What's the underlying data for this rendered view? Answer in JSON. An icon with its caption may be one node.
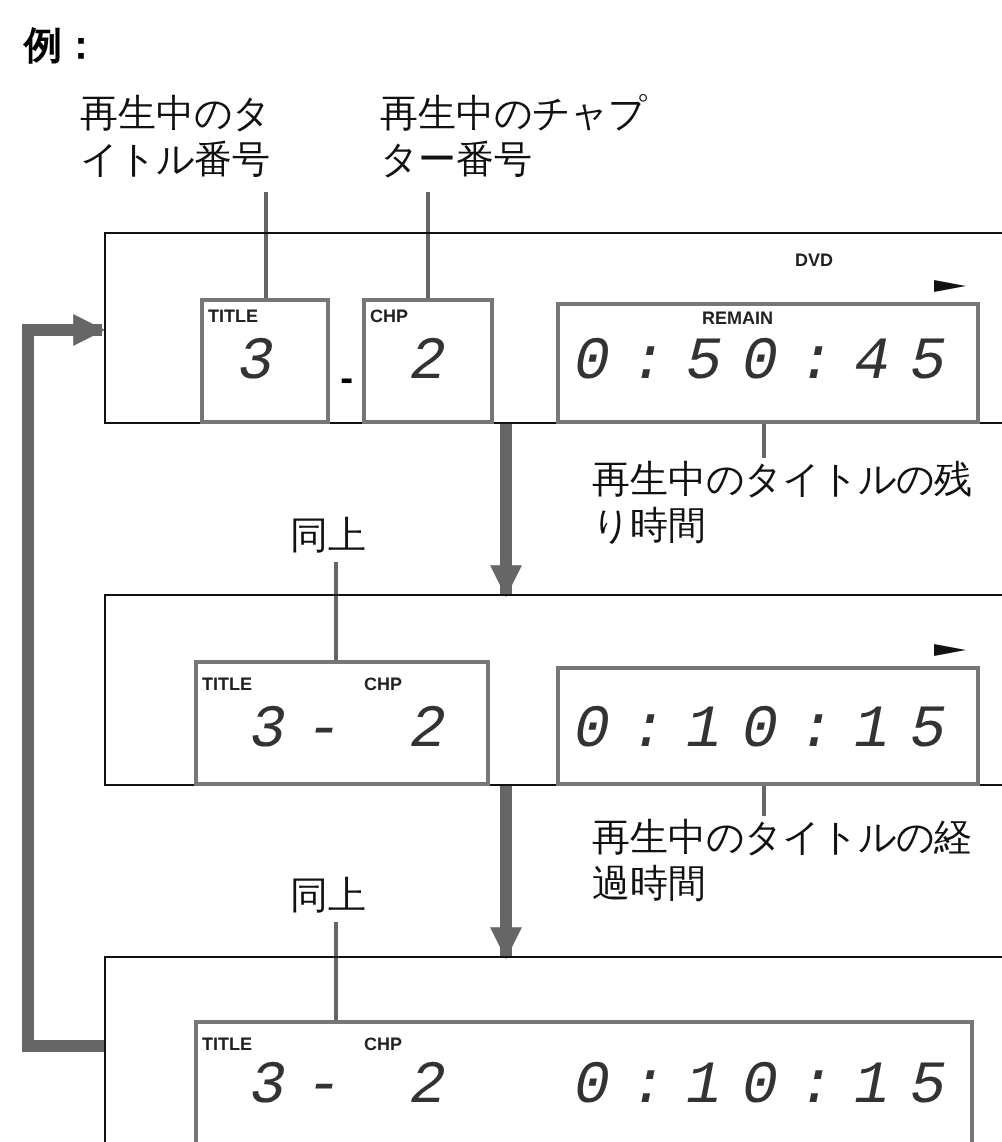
{
  "diagram": {
    "nodes": [
      {
        "text": [
          "再生中のタイトル番号"
        ]
      },
      {
        "text": [
          "再生中のチャプター番号"
        ]
      },
      {
        "text": [
          "DVD"
        ]
      },
      {
        "text": [
          "TITLE",
          "3"
        ],
        "in": 2
      },
      {
        "text": [
          "CHP",
          "2"
        ],
        "in": 2
      },
      {
        "text": [
          "REMAIN",
          "0:50:45"
        ],
        "in": 2
      },
      {
        "text": [
          "再生中のタイトルの残り時間"
        ]
      },
      {
        "text": [
          "同上"
        ]
      },
      {
        "text": [],
        "shape": "box"
      },
      {
        "text": [
          "TITLE",
          "CHP",
          "3-",
          "2"
        ],
        "in": 8
      },
      {
        "text": [
          "0:10:15"
        ],
        "in": 8
      },
      {
        "text": [
          "再生中のタイトルの経過時間"
        ]
      },
      {
        "text": [
          "同上"
        ]
      },
      {
        "text": [],
        "shape": "box"
      },
      {
        "text": [
          "TITLE",
          "CHP",
          "3-",
          "2",
          "0:10:15"
        ],
        "in": 13
      }
    ],
    "edges": [
      {
        "from": 0,
        "to": 3,
        "arrow": "none"
      },
      {
        "from": 1,
        "to": 4,
        "arrow": "none"
      },
      {
        "from": 6,
        "to": 5,
        "arrow": "none"
      },
      {
        "from": 7,
        "to": 9,
        "arrow": "none"
      },
      {
        "from": 11,
        "to": 10,
        "arrow": "none"
      },
      {
        "from": 12,
        "to": 14,
        "arrow": "none"
      },
      {
        "from": 2,
        "to": 8,
        "arrow": "to",
        "style": "thick"
      },
      {
        "from": 8,
        "to": 13,
        "arrow": "to",
        "style": "thick"
      },
      {
        "from": 13,
        "to": 2,
        "arrow": "to",
        "style": "thick"
      }
    ],
    "labels": [
      "例：",
      "-"
    ]
  }
}
